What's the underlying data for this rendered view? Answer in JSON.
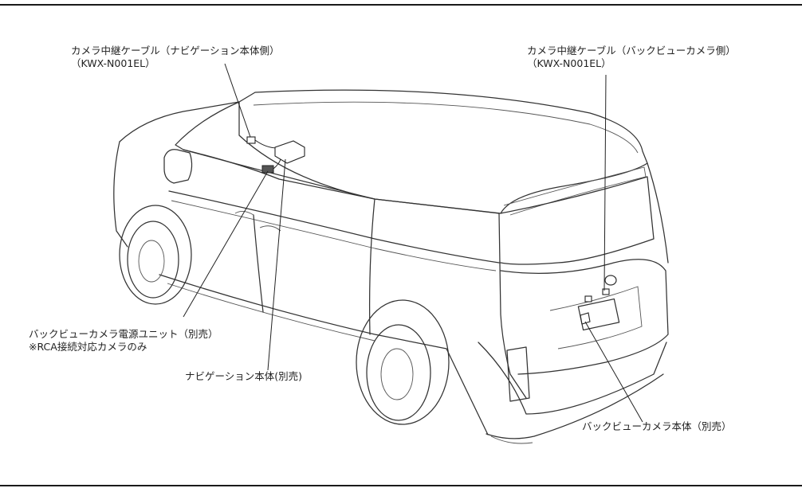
{
  "labels": {
    "relay_nav": {
      "line1": "カメラ中継ケーブル（ナビゲーション本体側）",
      "line2": "（KWX-N001EL）"
    },
    "relay_cam": {
      "line1": "カメラ中継ケーブル（バックビューカメラ側）",
      "line2": "（KWX-N001EL）"
    },
    "power_unit": {
      "line1": "バックビューカメラ電源ユニット（別売）",
      "line2": "※RCA接続対応カメラのみ"
    },
    "nav_unit": "ナビゲーション本体(別売)",
    "camera_body": "バックビューカメラ本体（別売）"
  }
}
